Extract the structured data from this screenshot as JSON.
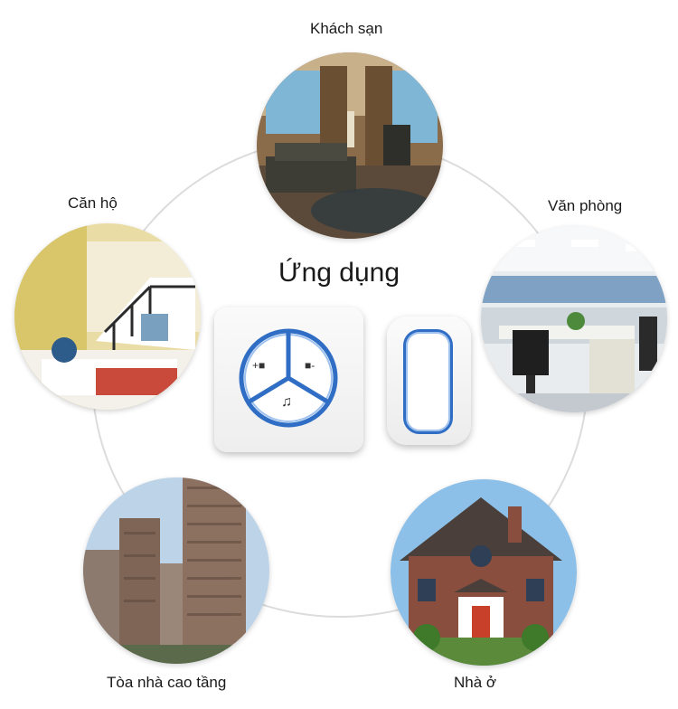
{
  "title": "Ứng dụng",
  "labels": {
    "hotel": "Khách sạn",
    "apartment": "Căn hộ",
    "office": "Văn phòng",
    "highrise": "Tòa nhà cao tầng",
    "house": "Nhà ở"
  },
  "colors": {
    "accent_blue": "#2f6ec4",
    "ring": "#dcdcdc"
  },
  "icons": {
    "panel_buttons": [
      "volume-up-icon",
      "volume-down-icon",
      "music-note-icon"
    ]
  }
}
